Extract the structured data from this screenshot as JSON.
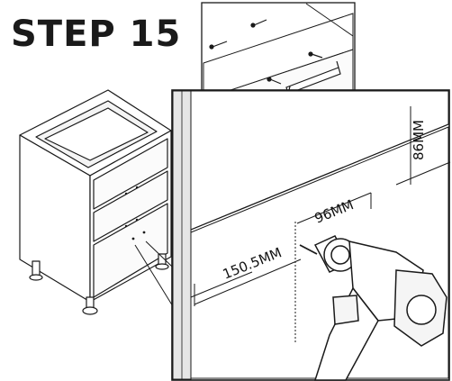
{
  "title": "STEP 15",
  "dimensions": {
    "left_offset": "150.5MM",
    "hole_spacing": "96MM",
    "height_offset": "86MM"
  },
  "colors": {
    "line": "#1a1a1a",
    "background": "#ffffff",
    "shade": "#e6e6e6"
  },
  "icons": [
    "cabinet-illustration",
    "drawer-front-closeup",
    "power-drill-icon",
    "handle-detail",
    "screw-icon"
  ]
}
